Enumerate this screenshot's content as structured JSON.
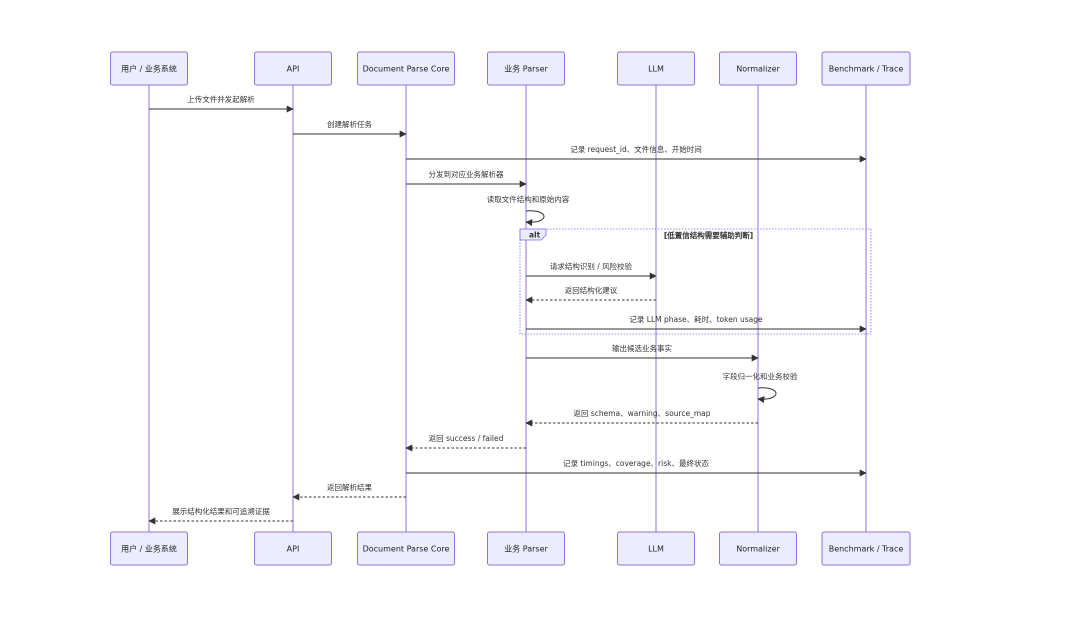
{
  "actors": [
    {
      "id": "user",
      "label": "用户 / 业务系统"
    },
    {
      "id": "api",
      "label": "API"
    },
    {
      "id": "core",
      "label": "Document Parse Core"
    },
    {
      "id": "parser",
      "label": "业务 Parser"
    },
    {
      "id": "llm",
      "label": "LLM"
    },
    {
      "id": "norm",
      "label": "Normalizer"
    },
    {
      "id": "bench",
      "label": "Benchmark / Trace"
    }
  ],
  "messages": [
    {
      "from": "user",
      "to": "api",
      "text": "上传文件并发起解析",
      "style": "solid"
    },
    {
      "from": "api",
      "to": "core",
      "text": "创建解析任务",
      "style": "solid"
    },
    {
      "from": "core",
      "to": "bench",
      "text": "记录 request_id、文件信息、开始时间",
      "style": "solid"
    },
    {
      "from": "core",
      "to": "parser",
      "text": "分发到对应业务解析器",
      "style": "solid"
    },
    {
      "from": "parser",
      "to": "parser",
      "text": "读取文件结构和原始内容",
      "style": "solid"
    },
    {
      "from": "parser",
      "to": "llm",
      "text": "请求结构识别 / 风险校验",
      "style": "solid"
    },
    {
      "from": "llm",
      "to": "parser",
      "text": "返回结构化建议",
      "style": "dashed"
    },
    {
      "from": "parser",
      "to": "bench",
      "text": "记录 LLM phase、耗时、token usage",
      "style": "solid"
    },
    {
      "from": "parser",
      "to": "norm",
      "text": "输出候选业务事实",
      "style": "solid"
    },
    {
      "from": "norm",
      "to": "norm",
      "text": "字段归一化和业务校验",
      "style": "solid"
    },
    {
      "from": "norm",
      "to": "parser",
      "text": "返回 schema、warning、source_map",
      "style": "dashed"
    },
    {
      "from": "parser",
      "to": "core",
      "text": "返回 success / failed",
      "style": "dashed"
    },
    {
      "from": "core",
      "to": "bench",
      "text": "记录 timings、coverage、risk、最终状态",
      "style": "solid"
    },
    {
      "from": "core",
      "to": "api",
      "text": "返回解析结果",
      "style": "dashed"
    },
    {
      "from": "api",
      "to": "user",
      "text": "展示结构化结果和可追溯证据",
      "style": "dashed"
    }
  ],
  "alt_block": {
    "keyword": "alt",
    "condition": "[低置信结构需要辅助判断]"
  }
}
